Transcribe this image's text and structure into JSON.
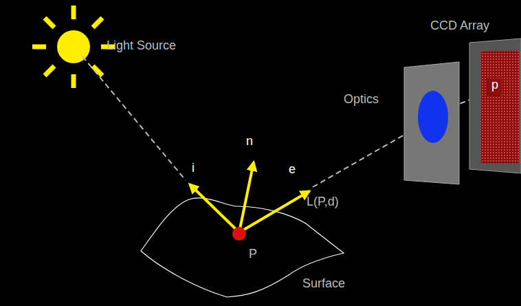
{
  "diagram": {
    "labels": [
      "Light Source",
      "CCD Array",
      "Optics",
      "p",
      "n",
      "i",
      "e",
      "L(P,d)",
      "P",
      "Surface"
    ]
  }
}
